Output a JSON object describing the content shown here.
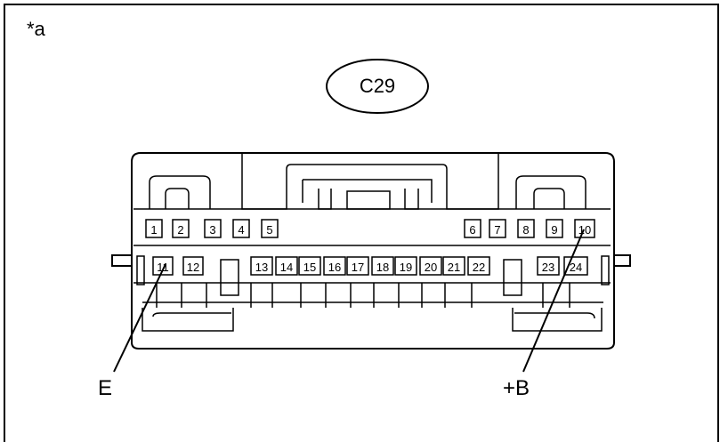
{
  "figure_tag": "*a",
  "connector_id": "C29",
  "pins": {
    "p1": "1",
    "p2": "2",
    "p3": "3",
    "p4": "4",
    "p5": "5",
    "p6": "6",
    "p7": "7",
    "p8": "8",
    "p9": "9",
    "p10": "10",
    "p11": "11",
    "p12": "12",
    "p13": "13",
    "p14": "14",
    "p15": "15",
    "p16": "16",
    "p17": "17",
    "p18": "18",
    "p19": "19",
    "p20": "20",
    "p21": "21",
    "p22": "22",
    "p23": "23",
    "p24": "24"
  },
  "callouts": {
    "left": "E",
    "right": "+B"
  }
}
